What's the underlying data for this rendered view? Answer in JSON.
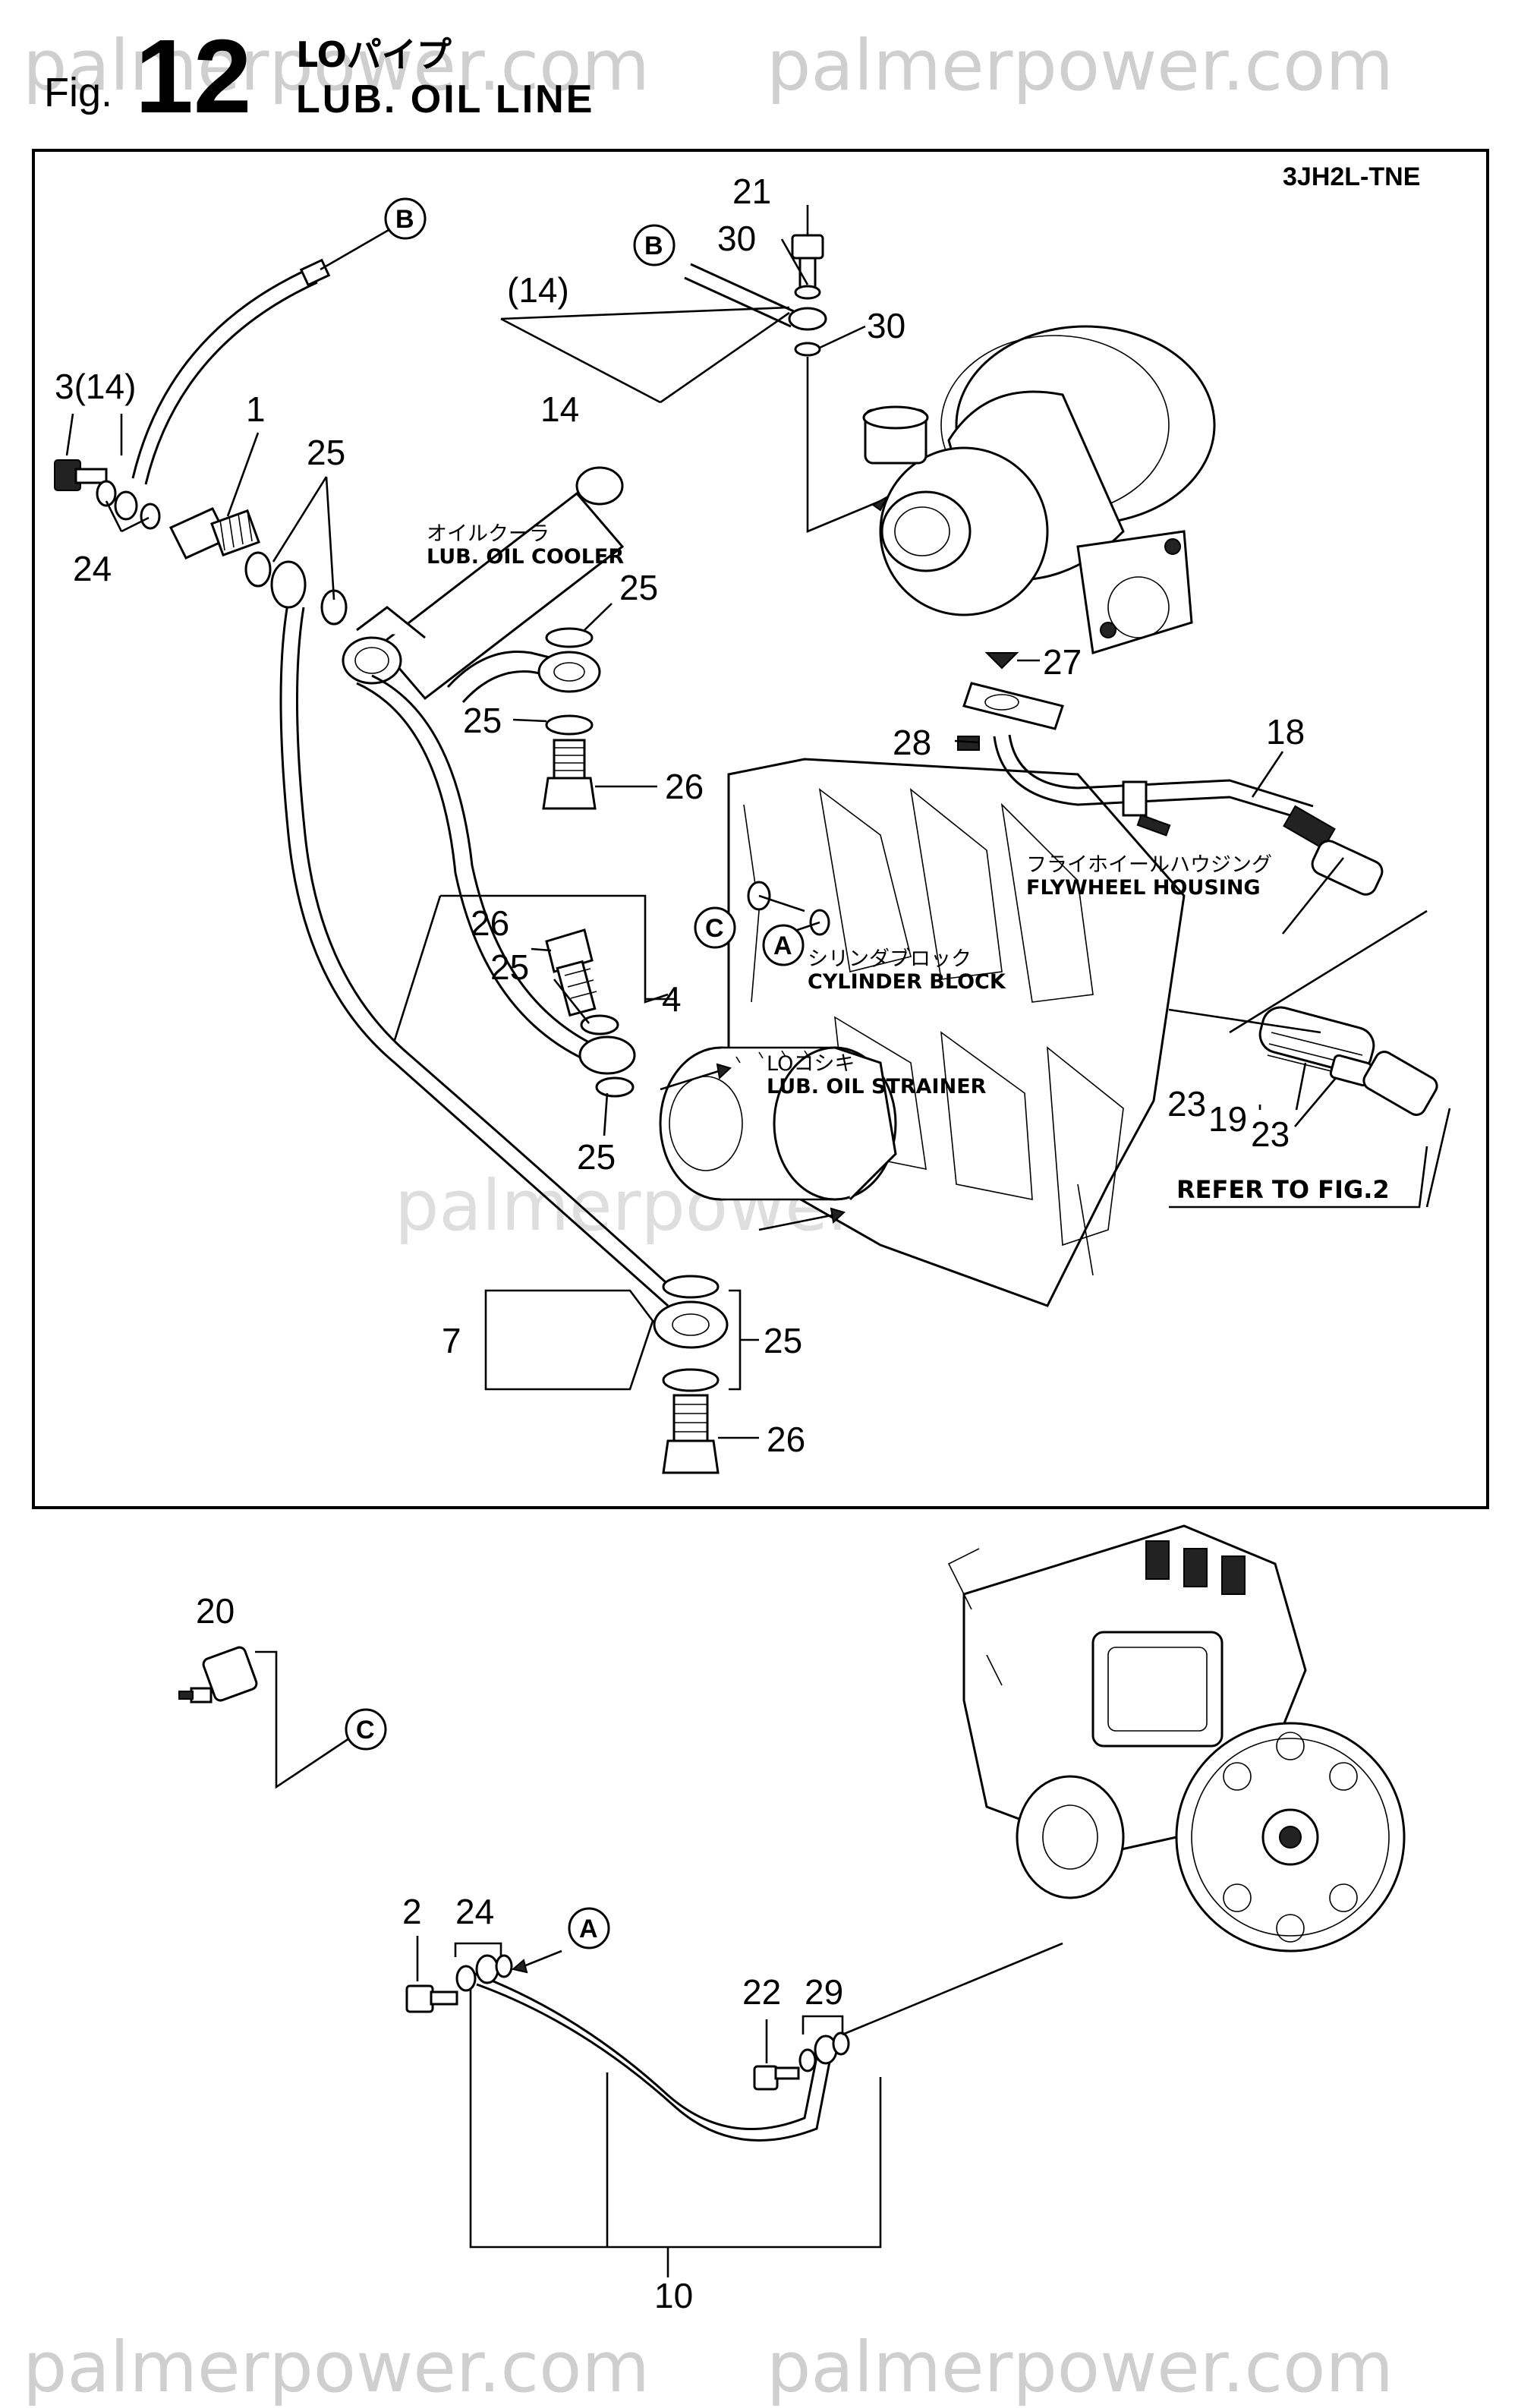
{
  "header": {
    "fig_prefix": "Fig.",
    "fig_number": "12",
    "title_jp": "LOパイプ",
    "title_en": "LUB. OIL LINE",
    "model": "3JH2L-TNE"
  },
  "watermark": "palmerpower.com",
  "labels": {
    "oil_cooler_jp": "オイルクーラ",
    "oil_cooler_en": "LUB. OIL COOLER",
    "flywheel_jp": "フライホイールハウジング",
    "flywheel_en": "FLYWHEEL HOUSING",
    "cylinder_jp": "シリンダブロック",
    "cylinder_en": "CYLINDER BLOCK",
    "strainer_jp": "LOコシキ",
    "strainer_en": "LUB. OIL STRAINER",
    "refer": "REFER TO FIG.2"
  },
  "callouts": {
    "B": "B",
    "C": "C",
    "A": "A"
  },
  "part_numbers": {
    "p1": "1",
    "p2": "2",
    "p3_14": "3(14)",
    "p4": "4",
    "p7": "7",
    "p10": "10",
    "p14": "14",
    "p14_paren": "(14)",
    "p18": "18",
    "p19": "19",
    "p20": "20",
    "p21": "21",
    "p22": "22",
    "p23": "23",
    "p24": "24",
    "p25": "25",
    "p26": "26",
    "p27": "27",
    "p28": "28",
    "p29": "29",
    "p30": "30"
  }
}
